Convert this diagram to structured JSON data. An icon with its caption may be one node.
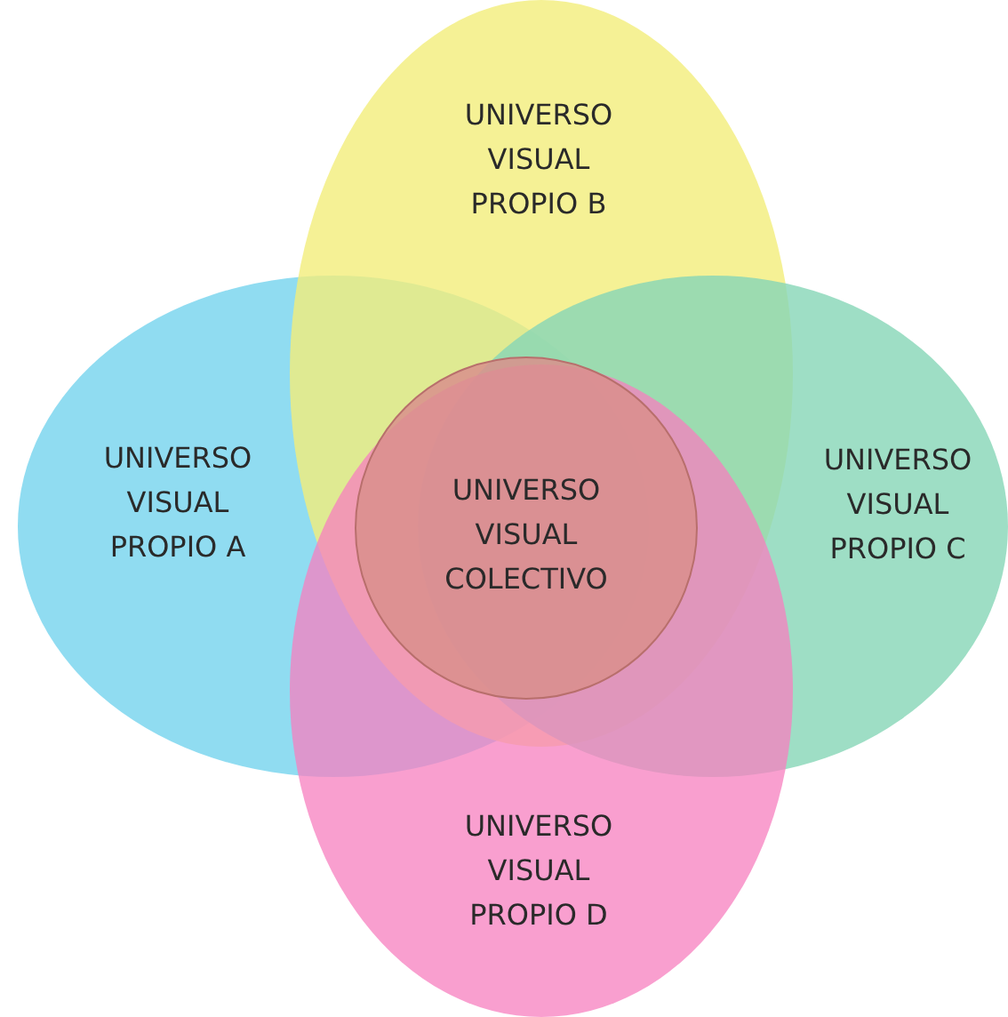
{
  "diagram": {
    "nodes": [
      {
        "text": [
          "UNIVERSO VISUAL PROPIO B"
        ]
      },
      {
        "text": [
          "UNIVERSO VISUAL PROPIO A"
        ]
      },
      {
        "text": [
          "UNIVERSO VISUAL COLECTIVO"
        ]
      },
      {
        "text": [
          "UNIVERSO VISUAL PROPIO C"
        ]
      },
      {
        "text": [
          "UNIVERSO VISUAL PROPIO D"
        ]
      }
    ]
  }
}
